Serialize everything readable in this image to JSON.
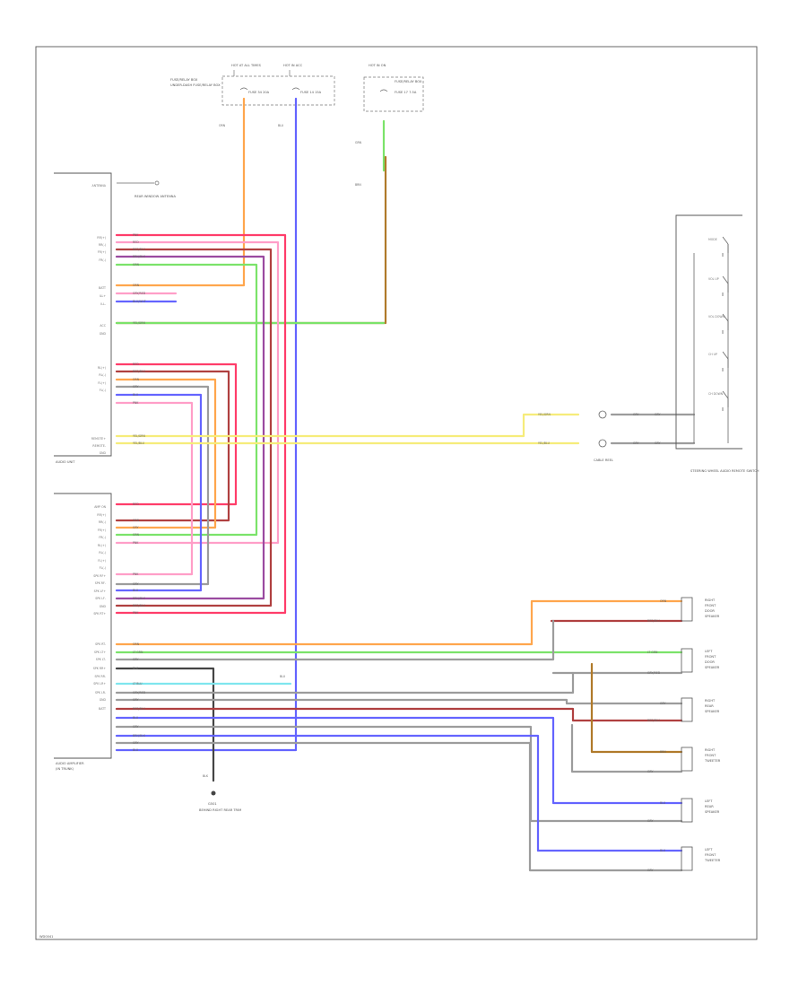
{
  "colors": {
    "red": "#ff3d6a",
    "pink": "#ff9ec8",
    "orange": "#ffa64d",
    "blue": "#6464ff",
    "green": "#7be36a",
    "yellow": "#f6ec7a",
    "purple": "#9a4aa0",
    "brown": "#b07a2a",
    "gray": "#9c9c9c",
    "cyan": "#7fe6ee",
    "darkred": "#b04040",
    "black": "#444444"
  },
  "labels": {
    "footer_code": "WD0041",
    "fuse_a_title": "HOT AT ALL TIMES",
    "fuse_a_box": "FUSE/RELAY BOX",
    "fuse_a_name": "FUSE 34 20A",
    "fuse_b_title": "HOT IN ACC",
    "fuse_b_name": "FUSE 14 15A",
    "fuse_c_title": "HOT IN ON",
    "fuse_c_box": "FUSE/RELAY BOX",
    "fuse_c_name": "FUSE 17 7.5A",
    "junction_label": "UNDER-DASH FUSE/RELAY BOX",
    "antenna_label": "REAR WINDOW ANTENNA",
    "radio_label": "AUDIO UNIT",
    "amp_label": "AUDIO AMPLIFIER",
    "amp_note": "(IN TRUNK)",
    "steering_label": "STEERING WHEEL AUDIO REMOTE SWITCH",
    "cable_reel": "CABLE REEL",
    "ground_label": "G501",
    "ground_note": "BEHIND RIGHT REAR TRIM",
    "spk_rf": "RIGHT FRONT DOOR SPEAKER",
    "spk_lf": "LEFT FRONT DOOR SPEAKER",
    "spk_rt": "RIGHT FRONT TWEETER",
    "spk_lt": "LEFT FRONT TWEETER",
    "spk_rr": "RIGHT REAR SPEAKER",
    "spk_lr": "LEFT REAR SPEAKER"
  },
  "remote_switch": [
    "MODE",
    "VOL UP",
    "VOL DOWN",
    "CH UP",
    "CH DOWN"
  ],
  "radio_pins": [
    "ANTENNA",
    "RR(+)",
    "RR(-)",
    "FR(+)",
    "FR(-)",
    "BATT",
    "ILL+",
    "ILL-",
    "ACC",
    "GND",
    "RL(+)",
    "RL(-)",
    "FL(+)",
    "FL(-)",
    "REMOTE+",
    "REMOTE-",
    "GND"
  ],
  "amp_pins": [
    "AMP ON",
    "RR(+)",
    "RR(-)",
    "FR(+)",
    "FR(-)",
    "RL(+)",
    "RL(-)",
    "FL(+)",
    "FL(-)",
    "SPK RF+",
    "SPK RF-",
    "SPK LF+",
    "SPK LF-",
    "GND",
    "SPK RT+",
    "SPK RT-",
    "SPK LT+",
    "SPK LT-",
    "SPK RR+",
    "SPK RR-",
    "SPK LR+",
    "SPK LR-",
    "GND",
    "BATT"
  ],
  "wire_colors": {
    "pnk": "PNK",
    "red": "RED",
    "orn": "ORN",
    "blu": "BLU",
    "grn": "GRN",
    "yel": "YEL",
    "brn": "BRN",
    "gry": "GRY",
    "wht": "WHT",
    "blk": "BLK",
    "yel_grn": "YEL/GRN",
    "yel_blu": "YEL/BLU",
    "red_blu": "RED/BLU",
    "lt_grn": "LT GRN",
    "lt_blu": "LT BLU",
    "gry_red": "GRY/RED",
    "blu_wht": "BLU/WHT",
    "brn_blk": "BRN/BLK"
  }
}
